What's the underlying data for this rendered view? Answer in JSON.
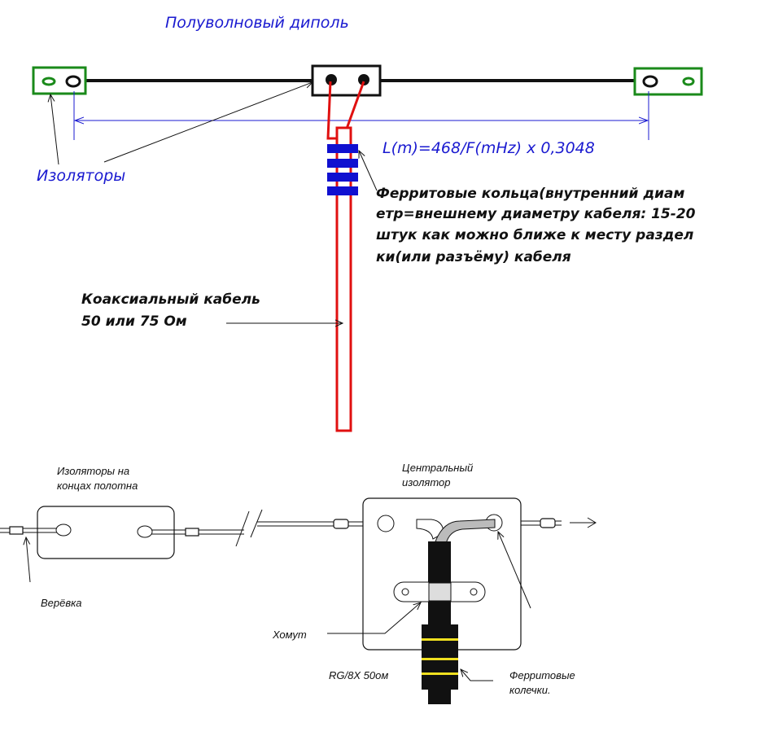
{
  "top": {
    "title": "Полуволновый диполь",
    "formula": "L(m)=468/F(mHz) x 0,3048",
    "insulators_label": "Изоляторы",
    "ferrite_lines": [
      "Ферритовые кольца(внутренний диам",
      "етр=внешнему диаметру кабеля: 15-20",
      "штук как можно ближе к месту раздел",
      "ки(или разъёму) кабеля"
    ],
    "coax_lines": [
      "Коаксиальный кабель",
      "50 или 75 Ом"
    ]
  },
  "bottom": {
    "end_insulators_lines": [
      "Изоляторы на",
      "концах  полотна"
    ],
    "rope": "Верёвка",
    "center_insulator_lines": [
      "Центральный",
      "изолятор"
    ],
    "clamp": "Хомут",
    "cable": "RG/8X 50ом",
    "ferrite_beads_lines": [
      "Ферритовые",
      "колечки."
    ]
  },
  "colors": {
    "insulator": "#1a8a1a",
    "coax": "#e01010",
    "ferrite": "#1010d0",
    "dimension": "#1a1ad0",
    "bead_band": "#f0e020"
  }
}
